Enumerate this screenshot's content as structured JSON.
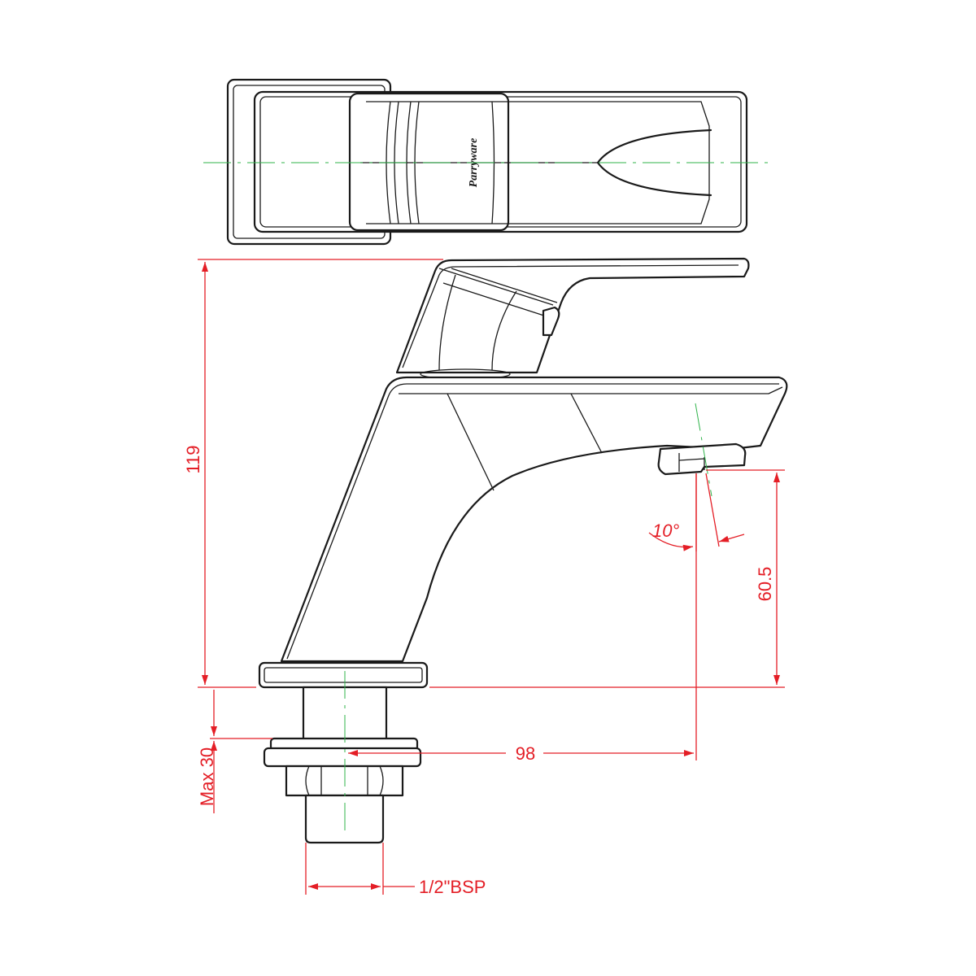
{
  "colors": {
    "outline": "#1a1a1a",
    "dimension": "#e41e26",
    "centerline": "#2fb34a",
    "background": "#ffffff"
  },
  "brand": "Parryware",
  "dimensions": {
    "overall_height": "119",
    "outlet_height": "60.5",
    "spout_reach": "98",
    "max_thickness": "Max 30",
    "thread": "1/2\"BSP",
    "spout_angle": "10°"
  }
}
